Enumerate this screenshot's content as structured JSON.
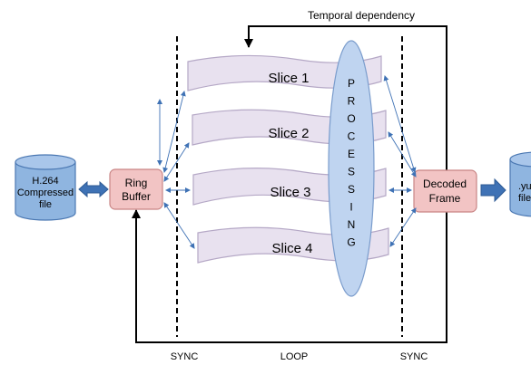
{
  "labels": {
    "temporal_dependency": "Temporal dependency",
    "source_line1": "H.264",
    "source_line2": "Compressed",
    "source_line3": "file",
    "ring_line1": "Ring",
    "ring_line2": "Buffer",
    "slices": [
      "Slice 1",
      "Slice 2",
      "Slice 3",
      "Slice 4"
    ],
    "processing_letters": [
      "P",
      "R",
      "O",
      "C",
      "E",
      "S",
      "S",
      "I",
      "N",
      "G"
    ],
    "decoded_line1": "Decoded",
    "decoded_line2": "Frame",
    "output_line1": ".yu",
    "output_line2": "file",
    "sync_left": "SYNC",
    "loop": "LOOP",
    "sync_right": "SYNC"
  },
  "colors": {
    "cylinder_fill": "#8fb5e0",
    "cylinder_stroke": "#4a77b2",
    "box_fill": "#f2c4c4",
    "box_stroke": "#c98585",
    "slice_fill": "#e8e1ef",
    "slice_stroke": "#b5a8c6",
    "ellipse_fill": "#bfd4f0",
    "ellipse_stroke": "#7a9ccc",
    "arrow_blue": "#3f72b5",
    "line_dark": "#000000"
  }
}
